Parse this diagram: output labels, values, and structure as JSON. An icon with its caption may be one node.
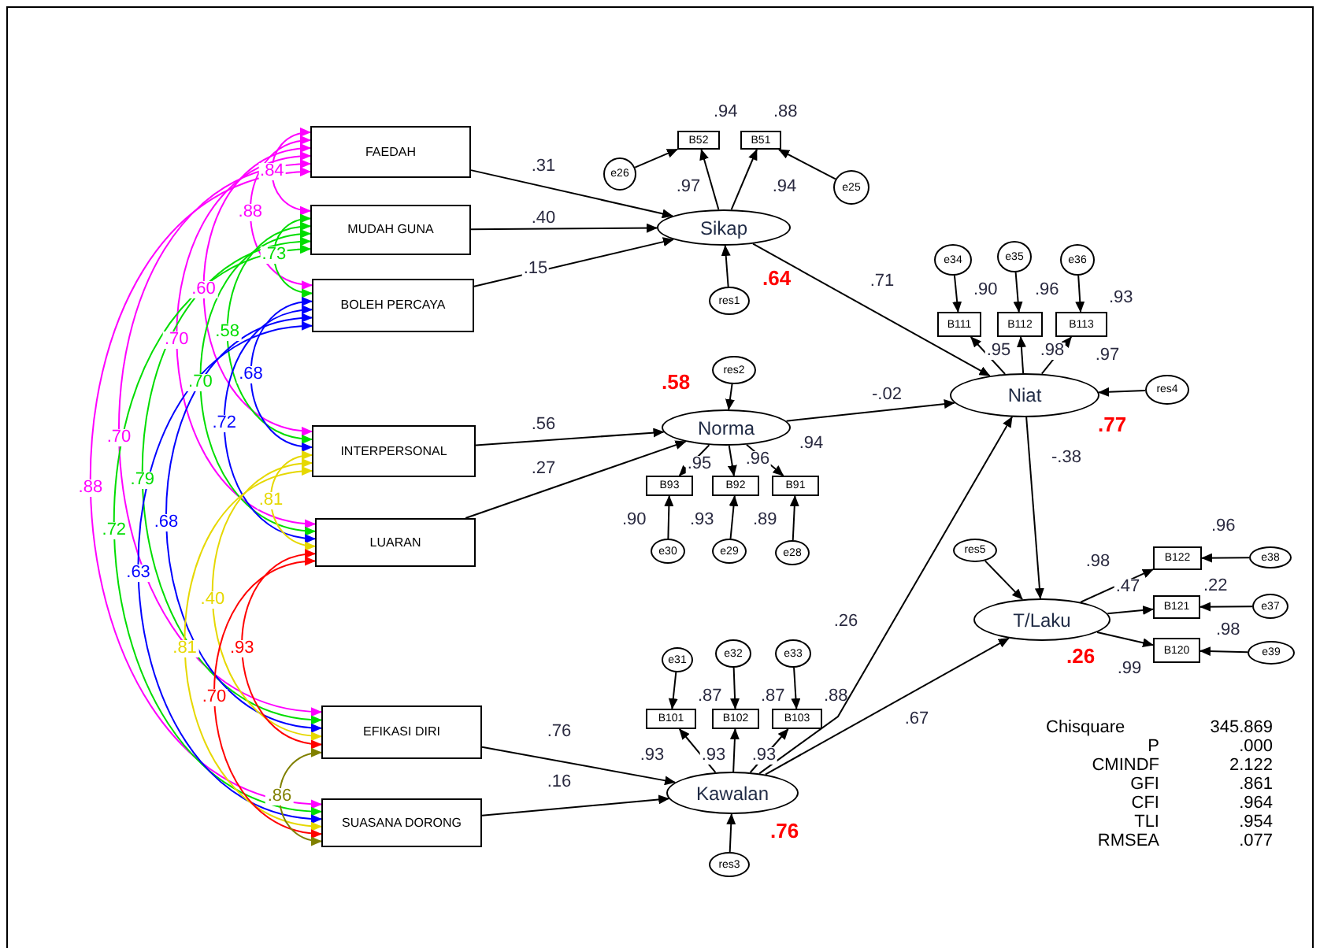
{
  "diagram": {
    "nodes": [
      {
        "text": [
          "FAEDAH"
        ]
      },
      {
        "text": [
          "MUDAH GUNA"
        ]
      },
      {
        "text": [
          "BOLEH PERCAYA"
        ]
      },
      {
        "text": [
          "INTERPERSONAL"
        ]
      },
      {
        "text": [
          "LUARAN"
        ]
      },
      {
        "text": [
          "EFIKASI DIRI"
        ]
      },
      {
        "text": [
          "SUASANA DORONG"
        ]
      },
      {
        "text": [
          "Sikap"
        ],
        "beside": [
          ".64"
        ]
      },
      {
        "text": [
          "B52"
        ],
        "beside": [
          ".94"
        ]
      },
      {
        "text": [
          "B51"
        ],
        "beside": [
          ".88"
        ]
      },
      {
        "text": [
          "e26"
        ]
      },
      {
        "text": [
          "e25"
        ]
      },
      {
        "text": [
          "res1"
        ]
      },
      {
        "text": [
          "Norma"
        ],
        "beside": [
          ".58"
        ]
      },
      {
        "text": [
          "res2"
        ]
      },
      {
        "text": [
          "B93"
        ],
        "beside": [
          ".90"
        ]
      },
      {
        "text": [
          "B92"
        ],
        "beside": [
          ".93"
        ]
      },
      {
        "text": [
          "B91"
        ],
        "beside": [
          ".89"
        ]
      },
      {
        "text": [
          "e30"
        ]
      },
      {
        "text": [
          "e29"
        ]
      },
      {
        "text": [
          "e28"
        ]
      },
      {
        "text": [
          "Kawalan"
        ],
        "beside": [
          ".76"
        ]
      },
      {
        "text": [
          "e31"
        ]
      },
      {
        "text": [
          "e32"
        ]
      },
      {
        "text": [
          "e33"
        ]
      },
      {
        "text": [
          "B101"
        ],
        "beside": [
          ".87"
        ]
      },
      {
        "text": [
          "B102"
        ],
        "beside": [
          ".87"
        ]
      },
      {
        "text": [
          "B103"
        ],
        "beside": [
          ".88"
        ]
      },
      {
        "text": [
          "res3"
        ]
      },
      {
        "text": [
          "Niat"
        ],
        "beside": [
          ".77"
        ]
      },
      {
        "text": [
          "e34"
        ]
      },
      {
        "text": [
          "e35"
        ]
      },
      {
        "text": [
          "e36"
        ]
      },
      {
        "text": [
          "B111"
        ],
        "beside": [
          ".90"
        ]
      },
      {
        "text": [
          "B112"
        ],
        "beside": [
          ".96"
        ]
      },
      {
        "text": [
          "B113"
        ],
        "beside": [
          ".93"
        ]
      },
      {
        "text": [
          "res4"
        ]
      },
      {
        "text": [
          "T/Laku"
        ],
        "beside": [
          ".26"
        ]
      },
      {
        "text": [
          "res5"
        ]
      },
      {
        "text": [
          "B122"
        ],
        "beside": [
          ".96"
        ]
      },
      {
        "text": [
          "B121"
        ],
        "beside": [
          ".22"
        ]
      },
      {
        "text": [
          "B120"
        ],
        "beside": [
          ".98"
        ]
      },
      {
        "text": [
          "e38"
        ]
      },
      {
        "text": [
          "e37"
        ]
      },
      {
        "text": [
          "e39"
        ]
      }
    ],
    "edges": [
      {
        "from": 0,
        "to": 7,
        "arrow": "to",
        "label": ".31"
      },
      {
        "from": 1,
        "to": 7,
        "arrow": "to",
        "label": ".40"
      },
      {
        "from": 2,
        "to": 7,
        "arrow": "to",
        "label": ".15"
      },
      {
        "from": 3,
        "to": 13,
        "arrow": "to",
        "label": ".56"
      },
      {
        "from": 4,
        "to": 13,
        "arrow": "to",
        "label": ".27"
      },
      {
        "from": 5,
        "to": 21,
        "arrow": "to",
        "label": ".76"
      },
      {
        "from": 6,
        "to": 21,
        "arrow": "to",
        "label": ".16"
      },
      {
        "from": 7,
        "to": 29,
        "arrow": "to",
        "label": ".71"
      },
      {
        "from": 13,
        "to": 29,
        "arrow": "to",
        "label": "-.02"
      },
      {
        "from": 21,
        "to": 29,
        "arrow": "to",
        "label": ".26"
      },
      {
        "from": 21,
        "to": 37,
        "arrow": "to",
        "label": ".67"
      },
      {
        "from": 29,
        "to": 37,
        "arrow": "to",
        "label": "-.38"
      },
      {
        "from": 7,
        "to": 8,
        "arrow": "to",
        "label": ".97"
      },
      {
        "from": 7,
        "to": 9,
        "arrow": "to",
        "label": ".94"
      },
      {
        "from": 13,
        "to": 15,
        "arrow": "to",
        "label": ".95"
      },
      {
        "from": 13,
        "to": 16,
        "arrow": "to",
        "label": ".96"
      },
      {
        "from": 13,
        "to": 17,
        "arrow": "to",
        "label": ".94"
      },
      {
        "from": 21,
        "to": 25,
        "arrow": "to",
        "label": ".93"
      },
      {
        "from": 21,
        "to": 26,
        "arrow": "to",
        "label": ".93"
      },
      {
        "from": 21,
        "to": 27,
        "arrow": "to",
        "label": ".93"
      },
      {
        "from": 29,
        "to": 33,
        "arrow": "to",
        "label": ".95"
      },
      {
        "from": 29,
        "to": 34,
        "arrow": "to",
        "label": ".98"
      },
      {
        "from": 29,
        "to": 35,
        "arrow": "to",
        "label": ".97"
      },
      {
        "from": 37,
        "to": 39,
        "arrow": "to",
        "label": ".98"
      },
      {
        "from": 37,
        "to": 40,
        "arrow": "to",
        "label": ".47"
      },
      {
        "from": 37,
        "to": 41,
        "arrow": "to",
        "label": ".99"
      },
      {
        "from": 10,
        "to": 8,
        "arrow": "to"
      },
      {
        "from": 11,
        "to": 9,
        "arrow": "to"
      },
      {
        "from": 18,
        "to": 15,
        "arrow": "to"
      },
      {
        "from": 19,
        "to": 16,
        "arrow": "to"
      },
      {
        "from": 20,
        "to": 17,
        "arrow": "to"
      },
      {
        "from": 22,
        "to": 25,
        "arrow": "to"
      },
      {
        "from": 23,
        "to": 26,
        "arrow": "to"
      },
      {
        "from": 24,
        "to": 27,
        "arrow": "to"
      },
      {
        "from": 30,
        "to": 33,
        "arrow": "to"
      },
      {
        "from": 31,
        "to": 34,
        "arrow": "to"
      },
      {
        "from": 32,
        "to": 35,
        "arrow": "to"
      },
      {
        "from": 42,
        "to": 39,
        "arrow": "to"
      },
      {
        "from": 43,
        "to": 40,
        "arrow": "to"
      },
      {
        "from": 44,
        "to": 41,
        "arrow": "to"
      },
      {
        "from": 12,
        "to": 7,
        "arrow": "to"
      },
      {
        "from": 14,
        "to": 13,
        "arrow": "to"
      },
      {
        "from": 28,
        "to": 21,
        "arrow": "to"
      },
      {
        "from": 36,
        "to": 29,
        "arrow": "to"
      },
      {
        "from": 38,
        "to": 37,
        "arrow": "to"
      },
      {
        "from": 0,
        "to": 1,
        "arrow": "both",
        "label": ".84",
        "color": "#ff00ff"
      },
      {
        "from": 0,
        "to": 2,
        "arrow": "both",
        "label": ".88",
        "color": "#ff00ff"
      },
      {
        "from": 0,
        "to": 3,
        "arrow": "both",
        "label": ".60",
        "color": "#ff00ff"
      },
      {
        "from": 0,
        "to": 4,
        "arrow": "both",
        "label": ".70",
        "color": "#ff00ff"
      },
      {
        "from": 0,
        "to": 5,
        "arrow": "both",
        "label": ".70",
        "color": "#ff00ff"
      },
      {
        "from": 0,
        "to": 6,
        "arrow": "both",
        "label": ".88",
        "color": "#ff00ff"
      },
      {
        "from": 1,
        "to": 2,
        "arrow": "both",
        "label": ".73",
        "color": "#00dd00"
      },
      {
        "from": 1,
        "to": 3,
        "arrow": "both",
        "label": ".58",
        "color": "#00dd00"
      },
      {
        "from": 1,
        "to": 4,
        "arrow": "both",
        "label": ".70",
        "color": "#00dd00"
      },
      {
        "from": 1,
        "to": 5,
        "arrow": "both",
        "label": ".79",
        "color": "#00dd00"
      },
      {
        "from": 1,
        "to": 6,
        "arrow": "both",
        "label": ".72",
        "color": "#00dd00"
      },
      {
        "from": 2,
        "to": 3,
        "arrow": "both",
        "label": ".68",
        "color": "#0000ff"
      },
      {
        "from": 2,
        "to": 4,
        "arrow": "both",
        "label": ".72",
        "color": "#0000ff"
      },
      {
        "from": 2,
        "to": 5,
        "arrow": "both",
        "label": ".68",
        "color": "#0000ff"
      },
      {
        "from": 2,
        "to": 6,
        "arrow": "both",
        "label": ".63",
        "color": "#0000ff"
      },
      {
        "from": 3,
        "to": 4,
        "arrow": "both",
        "label": ".81",
        "color": "#e6d800"
      },
      {
        "from": 3,
        "to": 5,
        "arrow": "both",
        "label": ".40",
        "color": "#e6d800"
      },
      {
        "from": 3,
        "to": 6,
        "arrow": "both",
        "label": ".81",
        "color": "#e6d800"
      },
      {
        "from": 4,
        "to": 5,
        "arrow": "both",
        "label": ".93",
        "color": "#ff0000"
      },
      {
        "from": 4,
        "to": 6,
        "arrow": "both",
        "label": ".70",
        "color": "#ff0000"
      },
      {
        "from": 5,
        "to": 6,
        "arrow": "both",
        "label": ".86",
        "color": "#808000"
      }
    ],
    "labels": [
      "Chisquare",
      "345.869",
      "P",
      ".000",
      "CMINDF",
      "2.122",
      "GFI",
      ".861",
      "CFI",
      ".964",
      "TLI",
      ".954",
      "RMSEA",
      ".077"
    ]
  }
}
